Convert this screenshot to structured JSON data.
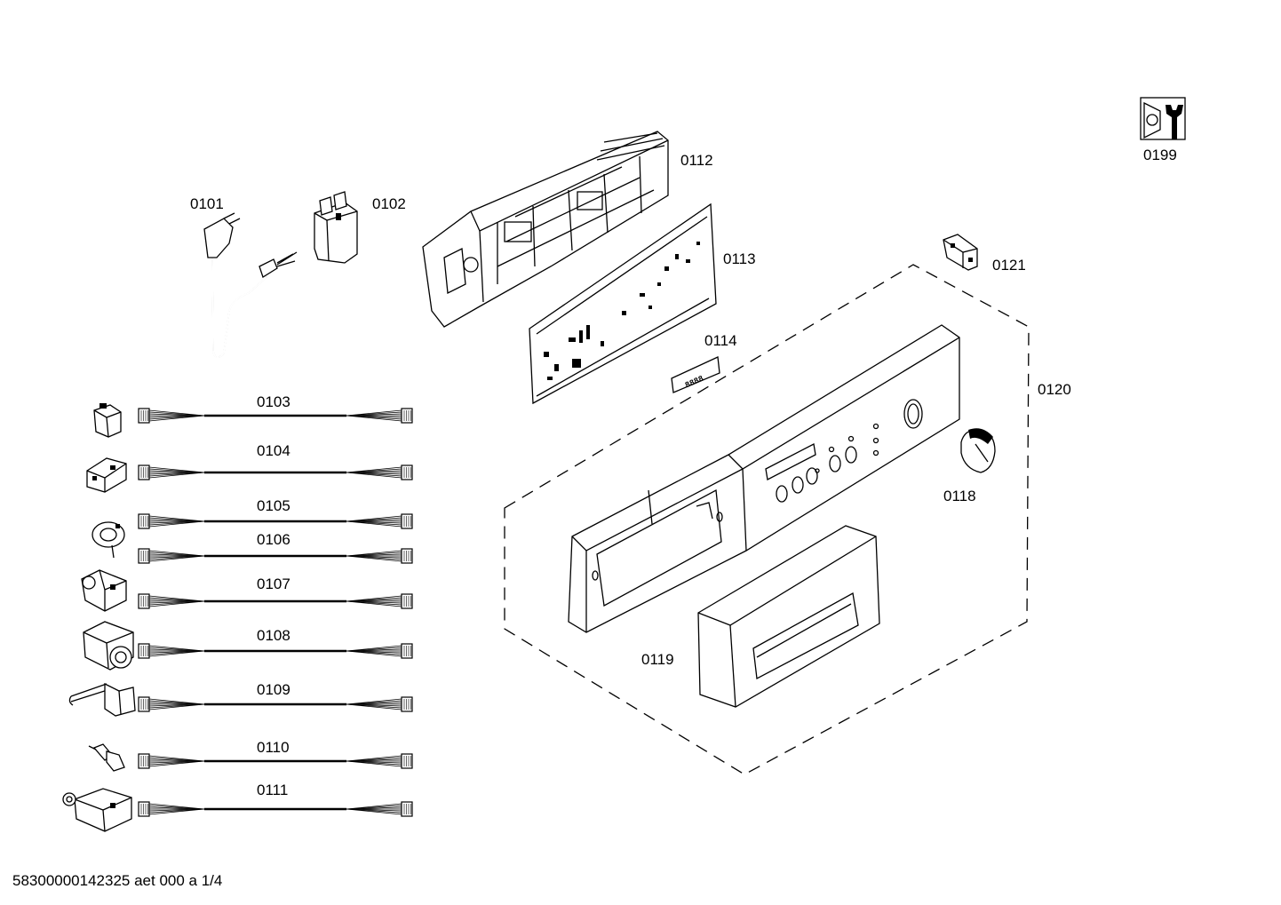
{
  "labels": {
    "p0101": "0101",
    "p0102": "0102",
    "p0103": "0103",
    "p0104": "0104",
    "p0105": "0105",
    "p0106": "0106",
    "p0107": "0107",
    "p0108": "0108",
    "p0109": "0109",
    "p0110": "0110",
    "p0111": "0111",
    "p0112": "0112",
    "p0113": "0113",
    "p0114": "0114",
    "p0118": "0118",
    "p0119": "0119",
    "p0120": "0120",
    "p0121": "0121",
    "p0199": "0199"
  },
  "display_digits": "8888",
  "footer": "58300000142325 aet 000 a 1/4",
  "icons": {
    "service_symbol": "wrench-nut-icon"
  }
}
